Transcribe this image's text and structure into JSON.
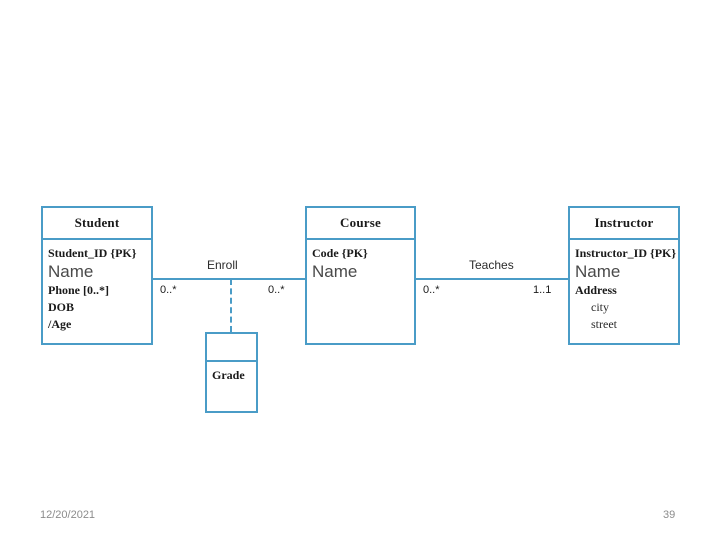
{
  "slide": {
    "background_color": "#ffffff",
    "accent_color": "#4a9cc7",
    "footer": {
      "date": "12/20/2021",
      "page_number": "39"
    }
  },
  "diagram": {
    "type": "uml-class-diagram",
    "classes": [
      {
        "id": "student",
        "name": "Student",
        "attributes": [
          {
            "text": "Student_ID {PK}",
            "style": "normal"
          },
          {
            "text": "Name",
            "style": "big"
          },
          {
            "text": "Phone [0..*]",
            "style": "normal"
          },
          {
            "text": "DOB",
            "style": "normal"
          },
          {
            "text": "/Age",
            "style": "normal"
          }
        ]
      },
      {
        "id": "course",
        "name": "Course",
        "attributes": [
          {
            "text": "Code {PK}",
            "style": "normal"
          },
          {
            "text": "Name",
            "style": "big"
          }
        ]
      },
      {
        "id": "instructor",
        "name": "Instructor",
        "attributes": [
          {
            "text": "Instructor_ID {PK}",
            "style": "normal"
          },
          {
            "text": "Name",
            "style": "big"
          },
          {
            "text": "Address",
            "style": "normal"
          },
          {
            "text": "city",
            "style": "indent"
          },
          {
            "text": "street",
            "style": "indent"
          }
        ]
      },
      {
        "id": "grade",
        "name": "",
        "attributes": [
          {
            "text": "Grade",
            "style": "normal"
          }
        ]
      }
    ],
    "associations": [
      {
        "id": "enroll",
        "label": "Enroll",
        "source": "Student",
        "target": "Course",
        "source_multiplicity": "0..*",
        "target_multiplicity": "0..*",
        "association_class": "Grade",
        "link_style": "dashed"
      },
      {
        "id": "teaches",
        "label": "Teaches",
        "source": "Course",
        "target": "Instructor",
        "source_multiplicity": "0..*",
        "target_multiplicity": "1..1"
      }
    ]
  }
}
